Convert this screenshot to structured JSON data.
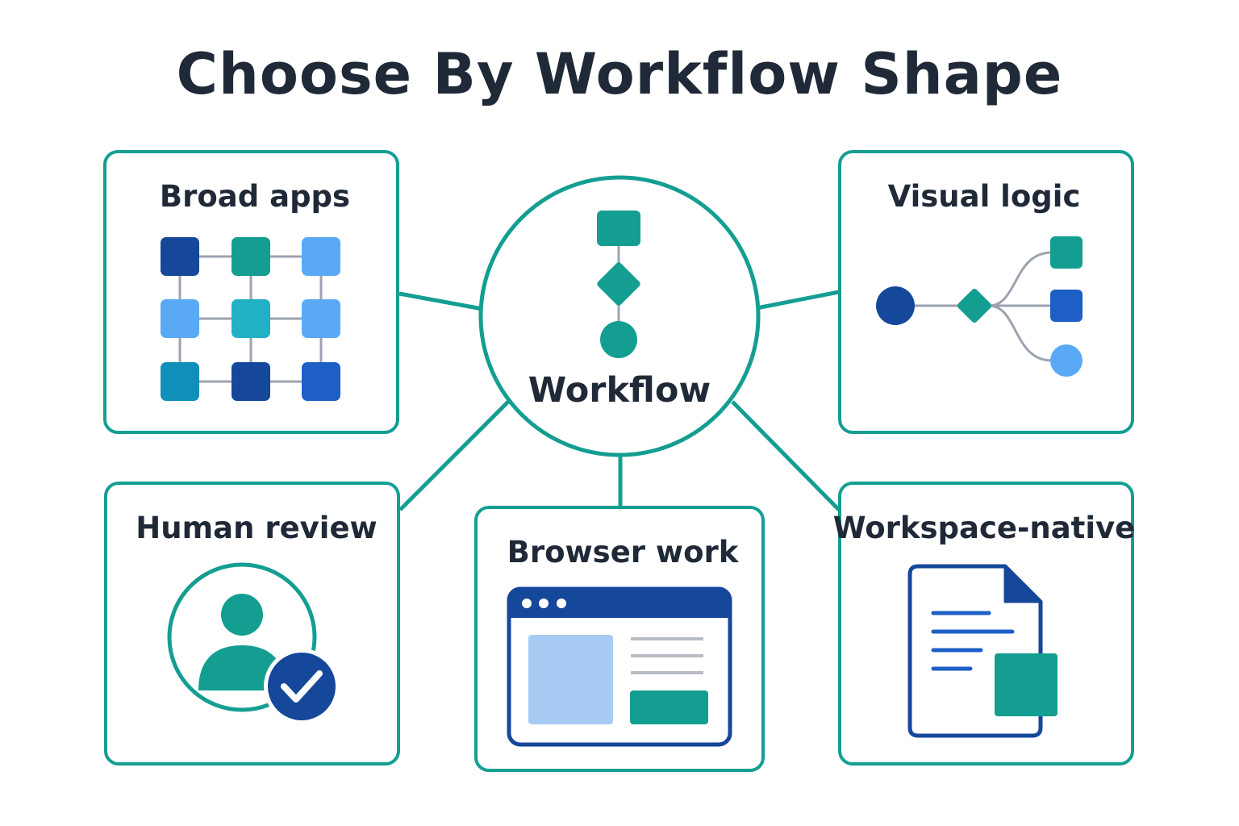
{
  "title": "Choose By Workflow Shape",
  "hub": {
    "label": "Workflow",
    "icon": "flowchart-icon"
  },
  "cards": {
    "broad_apps": {
      "label": "Broad apps",
      "icon": "app-grid-icon"
    },
    "visual_logic": {
      "label": "Visual logic",
      "icon": "branching-logic-icon"
    },
    "human_review": {
      "label": "Human review",
      "icon": "user-approval-icon"
    },
    "browser_work": {
      "label": "Browser work",
      "icon": "browser-window-icon"
    },
    "workspace_native": {
      "label": "Workspace-native",
      "icon": "document-icon"
    }
  },
  "colors": {
    "title_text": "#1f2937",
    "accent_teal": "#149e92",
    "navy": "#15479b",
    "royal_blue": "#1e5fc6",
    "light_blue": "#5aa9f5",
    "cyan": "#21b0c4",
    "ocean": "#118fbb",
    "pale_blue": "#a8cbf4",
    "connector_gray": "#9ca3af"
  }
}
